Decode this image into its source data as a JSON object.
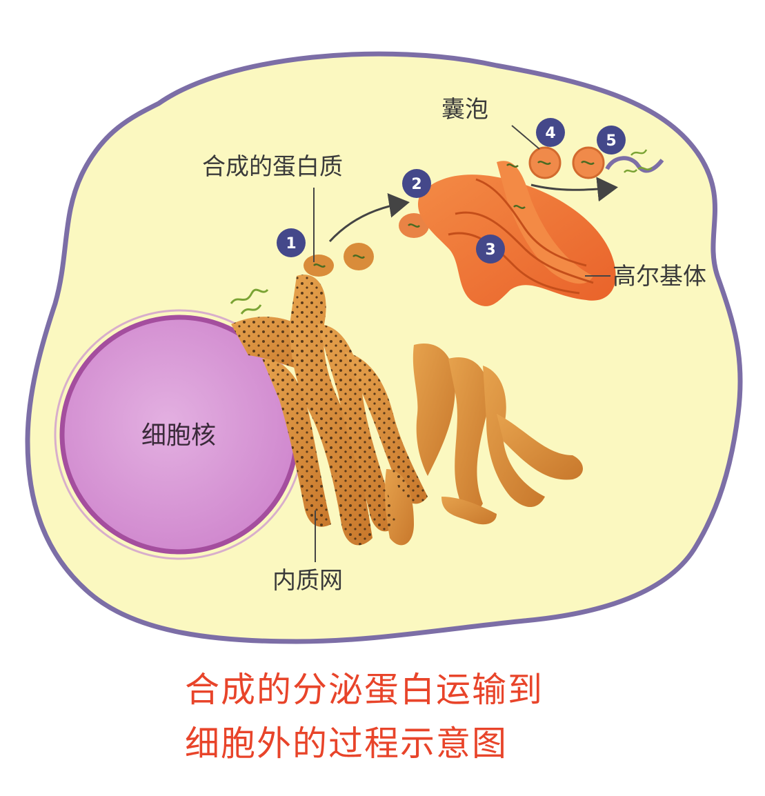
{
  "labels": {
    "vesicle": "囊泡",
    "synthesized_protein": "合成的蛋白质",
    "golgi": "高尔基体",
    "nucleus": "细胞核",
    "er": "内质网"
  },
  "steps": [
    "1",
    "2",
    "3",
    "4",
    "5"
  ],
  "caption": {
    "line1": "合成的分泌蛋白运输到",
    "line2": "细胞外的过程示意图"
  },
  "colors": {
    "cytoplasm": "#fbf8c0",
    "membrane": "#7c6ea6",
    "nucleus": "#d99ad7",
    "nucleus_border": "#a44e9e",
    "er": "#d98c3a",
    "golgi": "#f07a36",
    "step_marker": "#44488a",
    "caption": "#e8442a"
  }
}
